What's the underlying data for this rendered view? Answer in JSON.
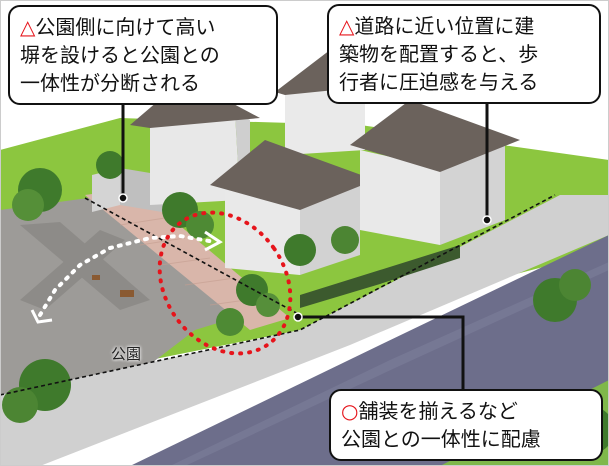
{
  "callouts": {
    "wall": {
      "mark": "△",
      "line1": "公園側に向けて高い",
      "line2": "塀を設けると公園との",
      "line3": "一体性が分断される"
    },
    "building": {
      "mark": "△",
      "line1": "道路に近い位置に建",
      "line2": "築物を配置すると、歩",
      "line3": "行者に圧迫感を与える"
    },
    "paving": {
      "mark": "○",
      "line1": "舗装を揃えるなど",
      "line2": "公園との一体性に配慮"
    }
  },
  "park_label": "公園",
  "colors": {
    "warning": "#e6141b",
    "grass": "#8cc63f",
    "road": "#6e6f8c",
    "sidewalk": "#c8c8c8",
    "park_ground": "#9a9895",
    "paving": "#d7b8ae",
    "house_wall": "#e9e9e9",
    "roof": "#6b625c"
  }
}
